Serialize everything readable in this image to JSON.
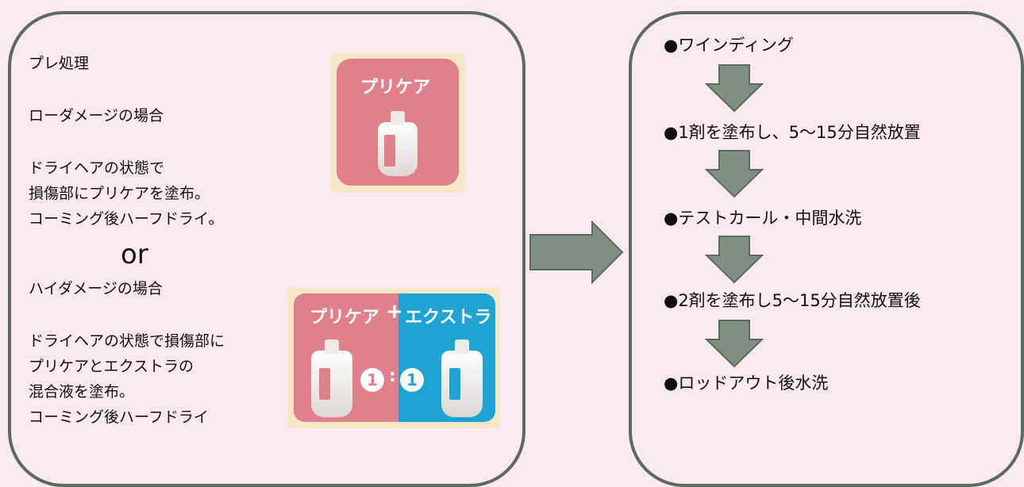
{
  "left_panel": {
    "heading": "プレ処理",
    "low_damage_title": "ローダメージの場合",
    "low_damage_line1": "ドライヘアの状態で",
    "low_damage_line2": "損傷部にプリケアを塗布。",
    "low_damage_line3": "コーミング後ハーフドライ。",
    "or": "or",
    "high_damage_title": "ハイダメージの場合",
    "high_damage_line1": "ドライヘアの状態で損傷部に",
    "high_damage_line2": "プリケアとエクストラの",
    "high_damage_line3": "混合液を塗布。",
    "high_damage_line4": "コーミング後ハーフドライ"
  },
  "product_precare": {
    "title": "プリケア"
  },
  "product_combo": {
    "title_left": "プリケア",
    "plus": "+",
    "title_right": "エクストラ",
    "ratio_left": "1",
    "ratio_colon": ":",
    "ratio_right": "1"
  },
  "steps": [
    "●ワインディング",
    "●1剤を塗布し、5〜15分自然放置",
    "●テストカール・中間水洗",
    "●2剤を塗布し5〜15分自然放置後",
    "●ロッドアウト後水洗"
  ],
  "colors": {
    "arrow": "#7e8f80",
    "arrow_stroke": "#5d6a5f",
    "pink": "#e0808c",
    "blue": "#1ea3d2",
    "cream": "#f6e7c8",
    "background": "#f9e9f1"
  },
  "icons": {
    "flow_arrow": "right-arrow",
    "step_arrow": "down-arrow"
  }
}
